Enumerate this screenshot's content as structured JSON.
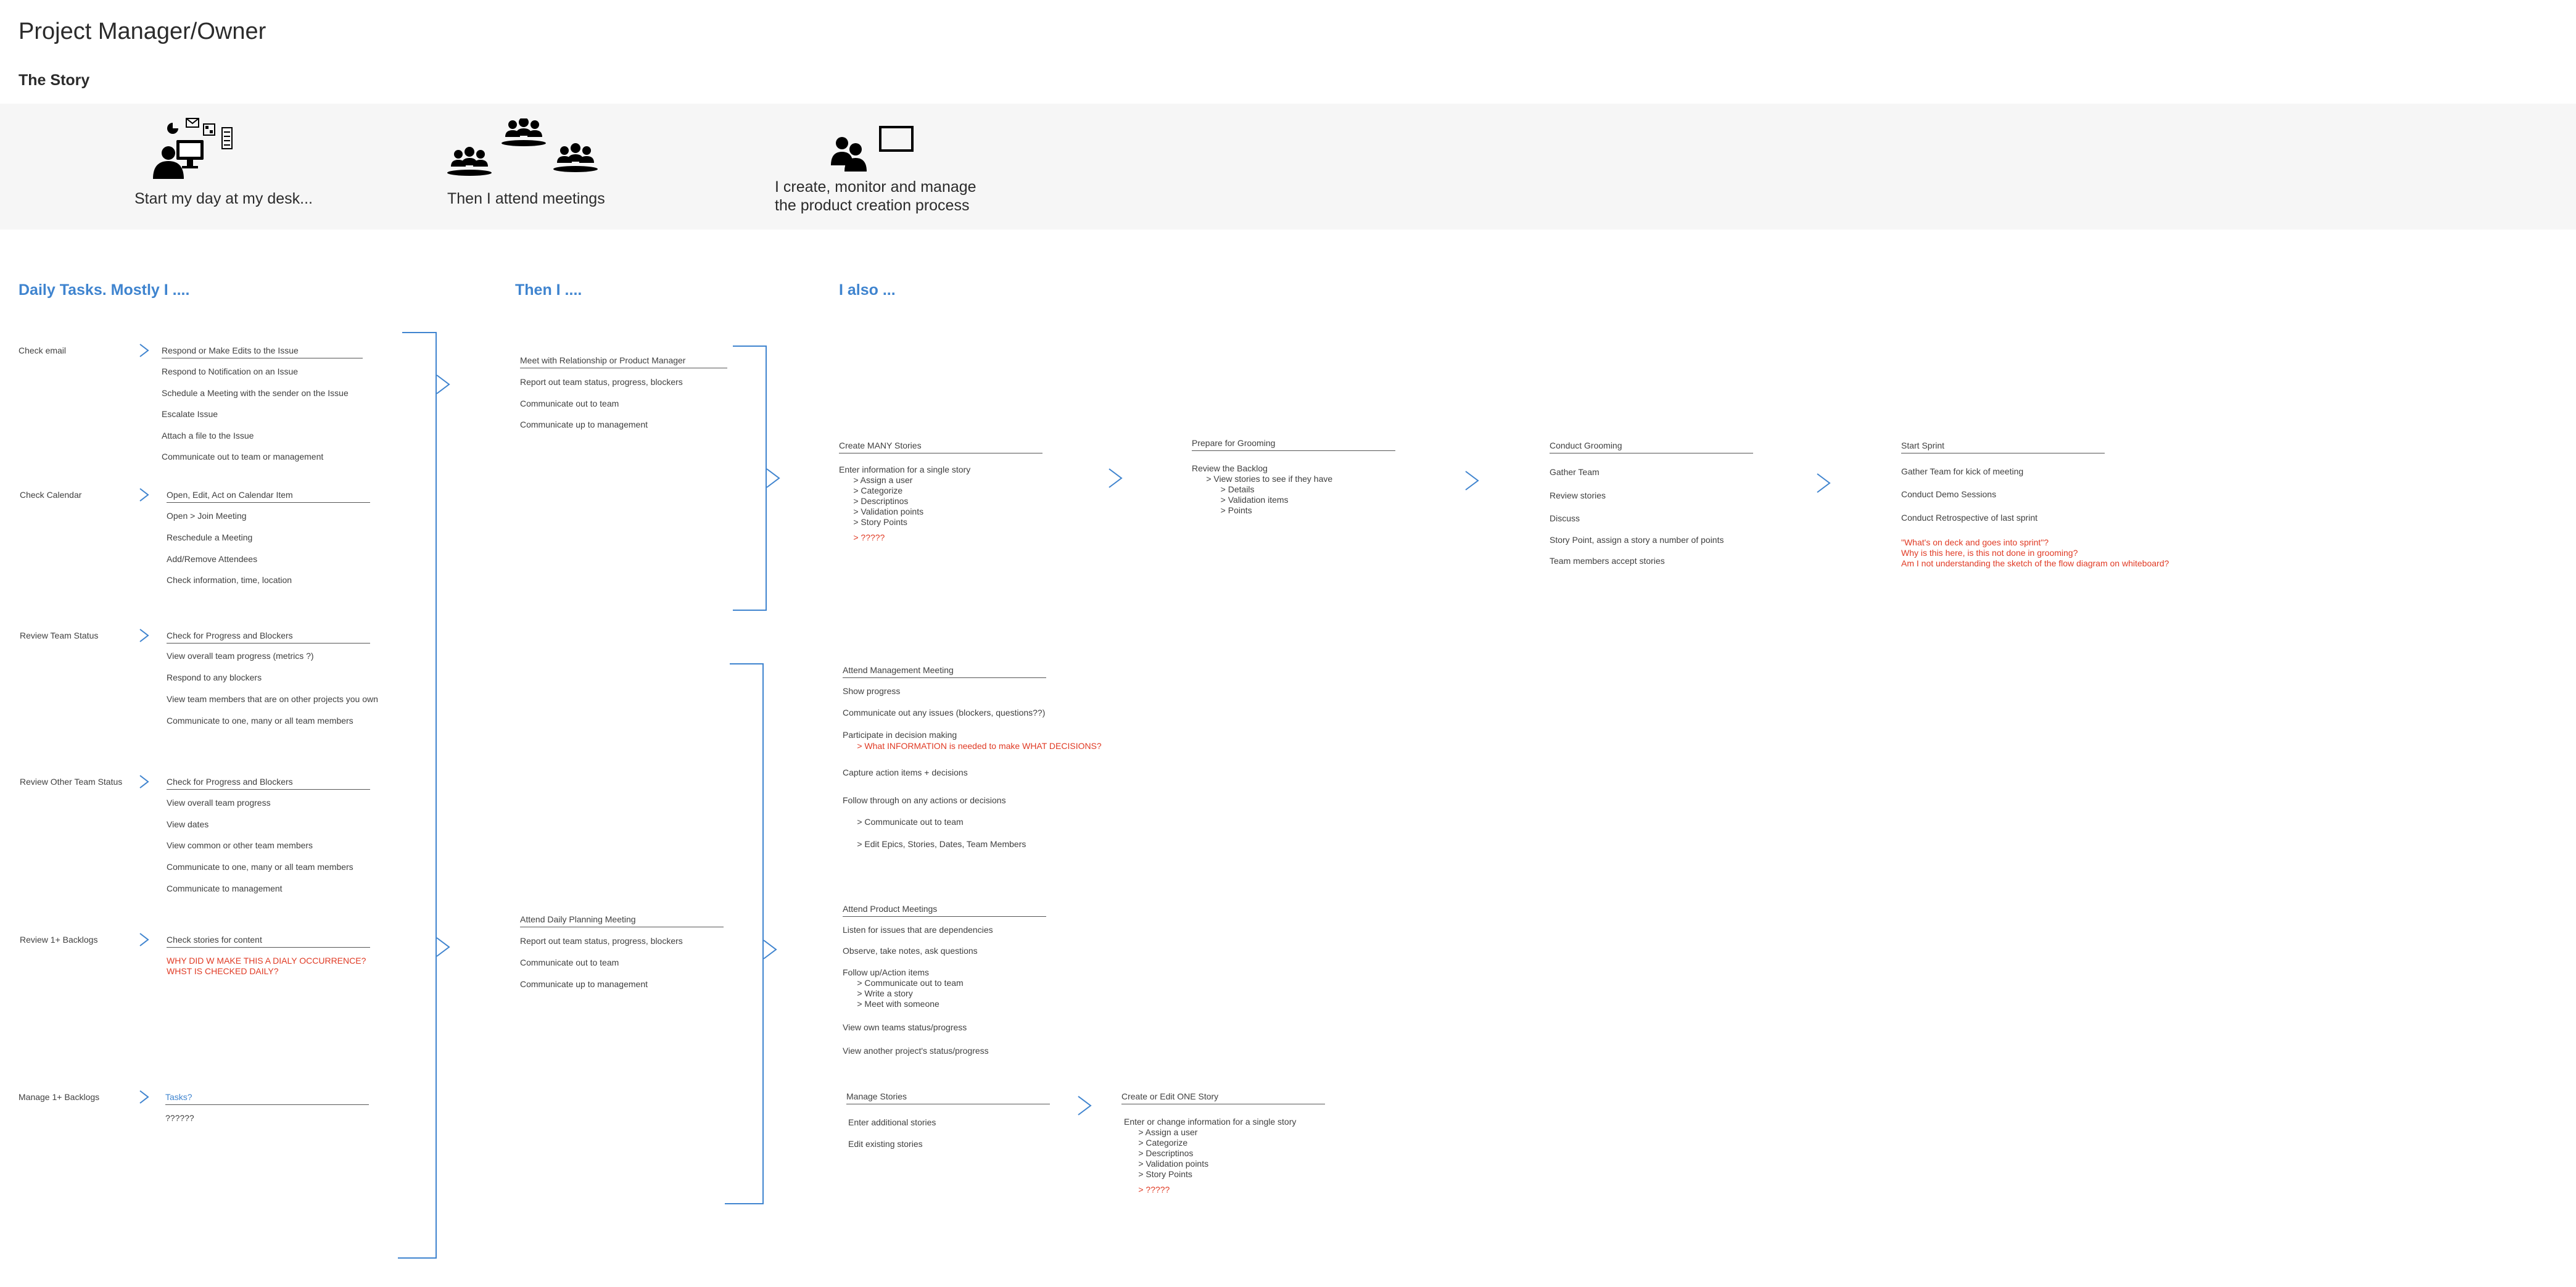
{
  "title": "Project Manager/Owner",
  "subtitle": "The Story",
  "story": [
    {
      "caption": "Start my day at my desk..."
    },
    {
      "caption": "Then I attend meetings"
    },
    {
      "caption": "I create, monitor and manage\nthe product creation process"
    }
  ],
  "sections": {
    "daily": "Daily Tasks. Mostly I ....",
    "then": "Then I ....",
    "also": "I also ..."
  },
  "daily": [
    {
      "label": "Check email",
      "header": "Respond or Make Edits to the Issue",
      "items": [
        "Respond to Notification on an Issue",
        "Schedule a Meeting with the sender on the Issue",
        "Escalate Issue",
        "Attach a file to the Issue",
        "Communicate out to team or management"
      ]
    },
    {
      "label": "Check Calendar",
      "header": "Open, Edit, Act on Calendar Item",
      "items": [
        "Open > Join Meeting",
        "Reschedule a Meeting",
        "Add/Remove Attendees",
        "Check information, time, location"
      ]
    },
    {
      "label": "Review Team Status",
      "header": "Check for Progress and Blockers",
      "items": [
        "View overall team progress (metrics ?)",
        "Respond to any blockers",
        "View team members that are on other projects you own",
        "Communicate to one, many or all team members"
      ]
    },
    {
      "label": "Review Other Team Status",
      "header": "Check for Progress and Blockers",
      "items": [
        "View overall team progress",
        "View dates",
        "View common or other team members",
        "Communicate to one, many or all team members",
        "Communicate to management"
      ]
    },
    {
      "label": "Review 1+ Backlogs",
      "header": "Check stories for content",
      "note": "WHY DID W MAKE THIS A DIALY OCCURRENCE?\nWHST IS CHECKED DAILY?"
    },
    {
      "label": "Manage 1+ Backlogs",
      "header": "Tasks?",
      "items": [
        "??????"
      ]
    }
  ],
  "then": [
    {
      "header": "Meet with Relationship or Product Manager",
      "items": [
        "Report out team status, progress, blockers",
        "Communicate out to team",
        "Communicate up to management"
      ]
    },
    {
      "header": "Attend Daily Planning Meeting",
      "items": [
        "Report out team status, progress, blockers",
        "Communicate out to team",
        "Communicate up to management"
      ]
    }
  ],
  "flow": [
    {
      "header": "Create MANY Stories",
      "body": "Enter information for a single story\n      > Assign a user\n      > Categorize\n      > Descriptinos\n      > Validation points\n      > Story Points",
      "red": "      > ?????"
    },
    {
      "header": "Prepare for Grooming",
      "body": "Review the Backlog\n      > View stories to see if they have\n            > Details\n            > Validation items\n            > Points"
    },
    {
      "header": "Conduct Grooming",
      "items": [
        "Gather Team",
        "Review stories",
        "Discuss",
        "Story Point, assign a story a number of points",
        "Team members accept stories"
      ]
    },
    {
      "header": "Start Sprint",
      "items": [
        "Gather Team for kick of meeting",
        "Conduct Demo Sessions",
        "Conduct Retrospective of last sprint"
      ],
      "red": "\"What's on deck and goes into sprint\"?\nWhy is this here, is this not done in grooming?\nAm I not understanding the sketch of the flow diagram on whiteboard?"
    }
  ],
  "mgmt": {
    "header": "Attend Management Meeting",
    "items": [
      "Show progress",
      "Communicate out any issues (blockers, questions??)",
      "Participate in decision making",
      "Capture action items + decisions",
      "Follow through on any actions or decisions",
      "      > Communicate out to team",
      "      > Edit Epics, Stories, Dates, Team Members"
    ],
    "red": "      > What INFORMATION is needed to make WHAT DECISIONS?"
  },
  "product": {
    "header": "Attend Product Meetings",
    "items": [
      "Listen for issues that are dependencies",
      "Observe, take notes, ask questions",
      "View own teams status/progress",
      "View another project's status/progress"
    ],
    "follow": "Follow up/Action items\n      > Communicate out to team\n      > Write a story\n      > Meet with someone"
  },
  "manage": {
    "header": "Manage Stories",
    "items": [
      "Enter additional stories",
      "Edit existing stories"
    ]
  },
  "one": {
    "header": "Create or Edit ONE Story",
    "body": "Enter or change information for a single story\n      > Assign a user\n      > Categorize\n      > Descriptinos\n      > Validation points\n      > Story Points",
    "red": "      > ?????"
  },
  "colors": {
    "accent": "#3f84cf",
    "red": "#e03a24",
    "band": "#f6f6f6"
  }
}
